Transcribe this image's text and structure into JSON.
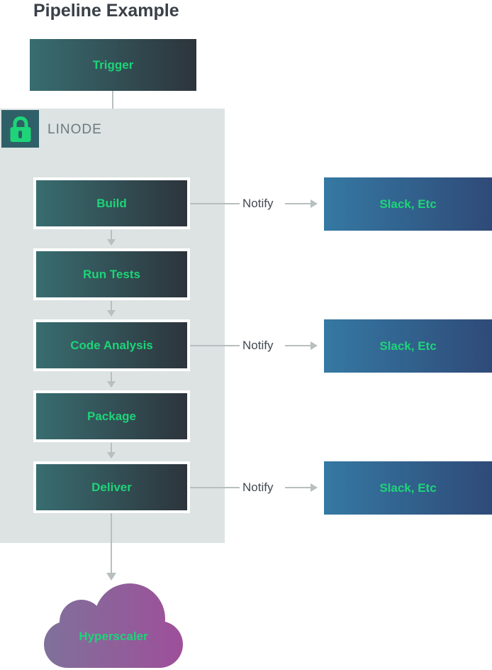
{
  "title": "Pipeline Example",
  "trigger": {
    "label": "Trigger"
  },
  "zone": {
    "label": "LINODE",
    "icon": "lock-icon"
  },
  "stages": [
    {
      "label": "Build",
      "notify": true
    },
    {
      "label": "Run Tests",
      "notify": false
    },
    {
      "label": "Code Analysis",
      "notify": true
    },
    {
      "label": "Package",
      "notify": false
    },
    {
      "label": "Deliver",
      "notify": true
    }
  ],
  "notify": {
    "label": "Notify",
    "target_label": "Slack, Etc"
  },
  "destination": {
    "label": "Hyperscaler"
  },
  "colors": {
    "title_text": "#3a4048",
    "stage_gradient_start": "#386d70",
    "stage_gradient_end": "#2d343c",
    "slack_gradient_start": "#3579a3",
    "slack_gradient_end": "#2f4a78",
    "zone_background": "#dce3e2",
    "zone_label_text": "#6e797f",
    "lock_tile_background": "#2f6067",
    "accent_green": "#1ed478",
    "arrow_gray": "#b8bfbf",
    "notify_text": "#434a52",
    "cloud_gradient_start": "#7f719a",
    "cloud_gradient_end": "#9e4f9a"
  }
}
